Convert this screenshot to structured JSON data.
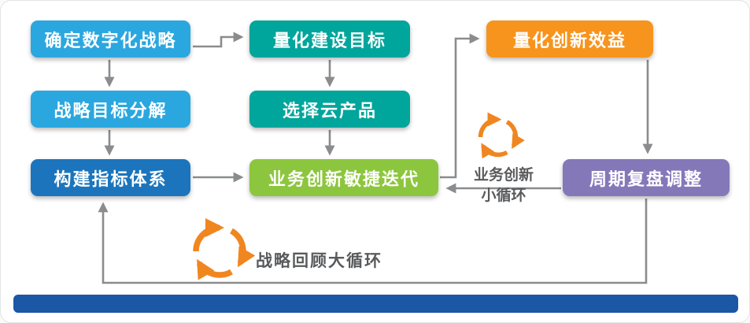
{
  "diagram": {
    "arrow_color": "#8A8C8E",
    "icon_color": "#F0861F",
    "bottom_bar_color": "#1A57A5",
    "boxes": [
      {
        "label": "确定数字化战略",
        "color": "#2BA7DF"
      },
      {
        "label": "战略目标分解",
        "color": "#2BA7DF"
      },
      {
        "label": "构建指标体系",
        "color": "#1C75BC"
      },
      {
        "label": "量化建设目标",
        "color": "#00A59B"
      },
      {
        "label": "选择云产品",
        "color": "#00A59B"
      },
      {
        "label": "业务创新敏捷迭代",
        "color": "#8CC63E"
      },
      {
        "label": "量化创新效益",
        "color": "#F7941D"
      },
      {
        "label": "周期复盘调整",
        "color": "#8578B9"
      }
    ],
    "annotations": {
      "small_cycle_line1": "业务创新",
      "small_cycle_line2": "小循环",
      "big_cycle_label": "战略回顾大循环"
    }
  }
}
